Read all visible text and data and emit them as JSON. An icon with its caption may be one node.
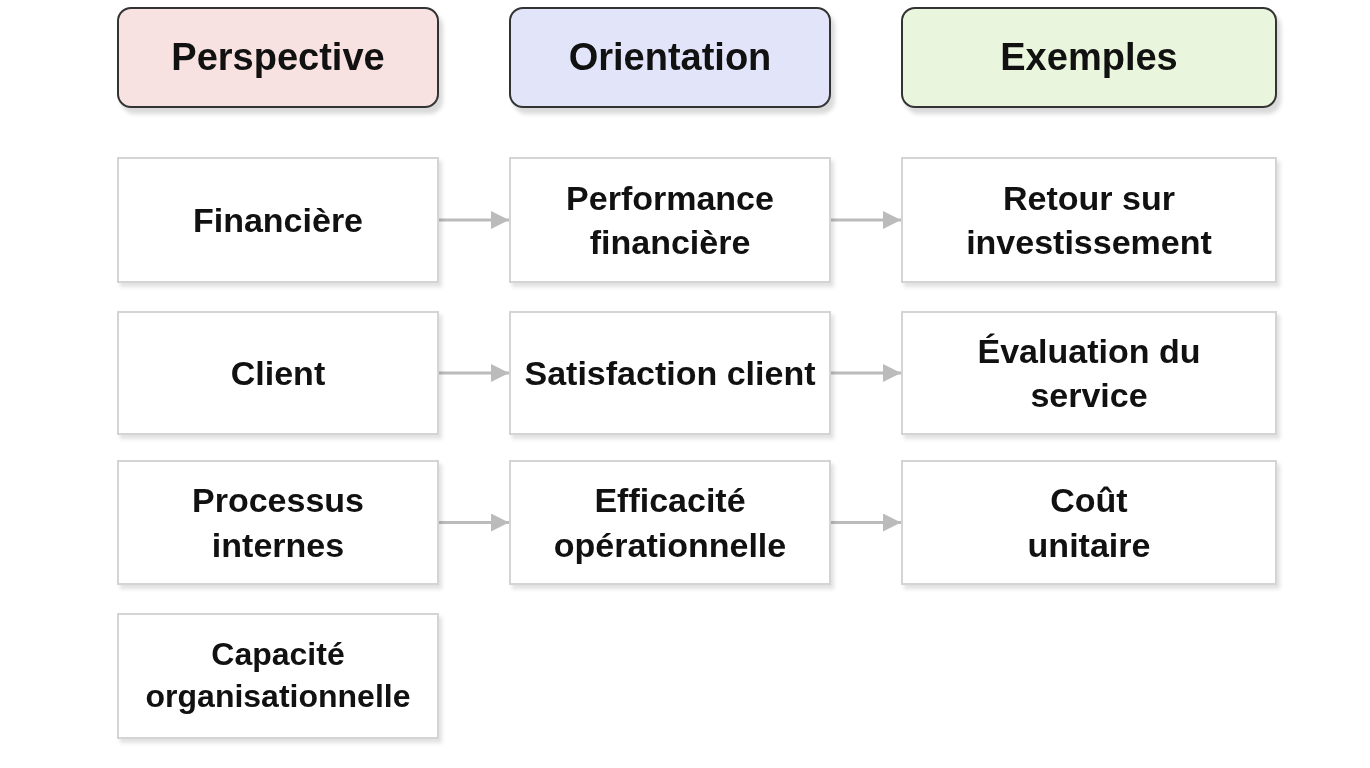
{
  "diagram": {
    "nodes": [
      {
        "text": [
          "Perspective"
        ]
      },
      {
        "text": [
          "Orientation"
        ]
      },
      {
        "text": [
          "Exemples"
        ]
      },
      {
        "text": [
          "Financière"
        ]
      },
      {
        "text": [
          "Performance financière"
        ]
      },
      {
        "text": [
          "Retour sur investissement"
        ]
      },
      {
        "text": [
          "Client"
        ]
      },
      {
        "text": [
          "Satisfaction client"
        ]
      },
      {
        "text": [
          "Évaluation du service"
        ]
      },
      {
        "text": [
          "Processus internes"
        ]
      },
      {
        "text": [
          "Efficacité opérationnelle"
        ]
      },
      {
        "text": [
          "Coût unitaire"
        ]
      },
      {
        "text": [
          "Capacité organisationnelle"
        ]
      }
    ],
    "edges": [
      {
        "from": 3,
        "to": 4,
        "arrow": "to"
      },
      {
        "from": 4,
        "to": 5,
        "arrow": "to"
      },
      {
        "from": 6,
        "to": 7,
        "arrow": "to"
      },
      {
        "from": 7,
        "to": 8,
        "arrow": "to"
      },
      {
        "from": 9,
        "to": 10,
        "arrow": "to"
      },
      {
        "from": 10,
        "to": 11,
        "arrow": "to"
      }
    ]
  }
}
